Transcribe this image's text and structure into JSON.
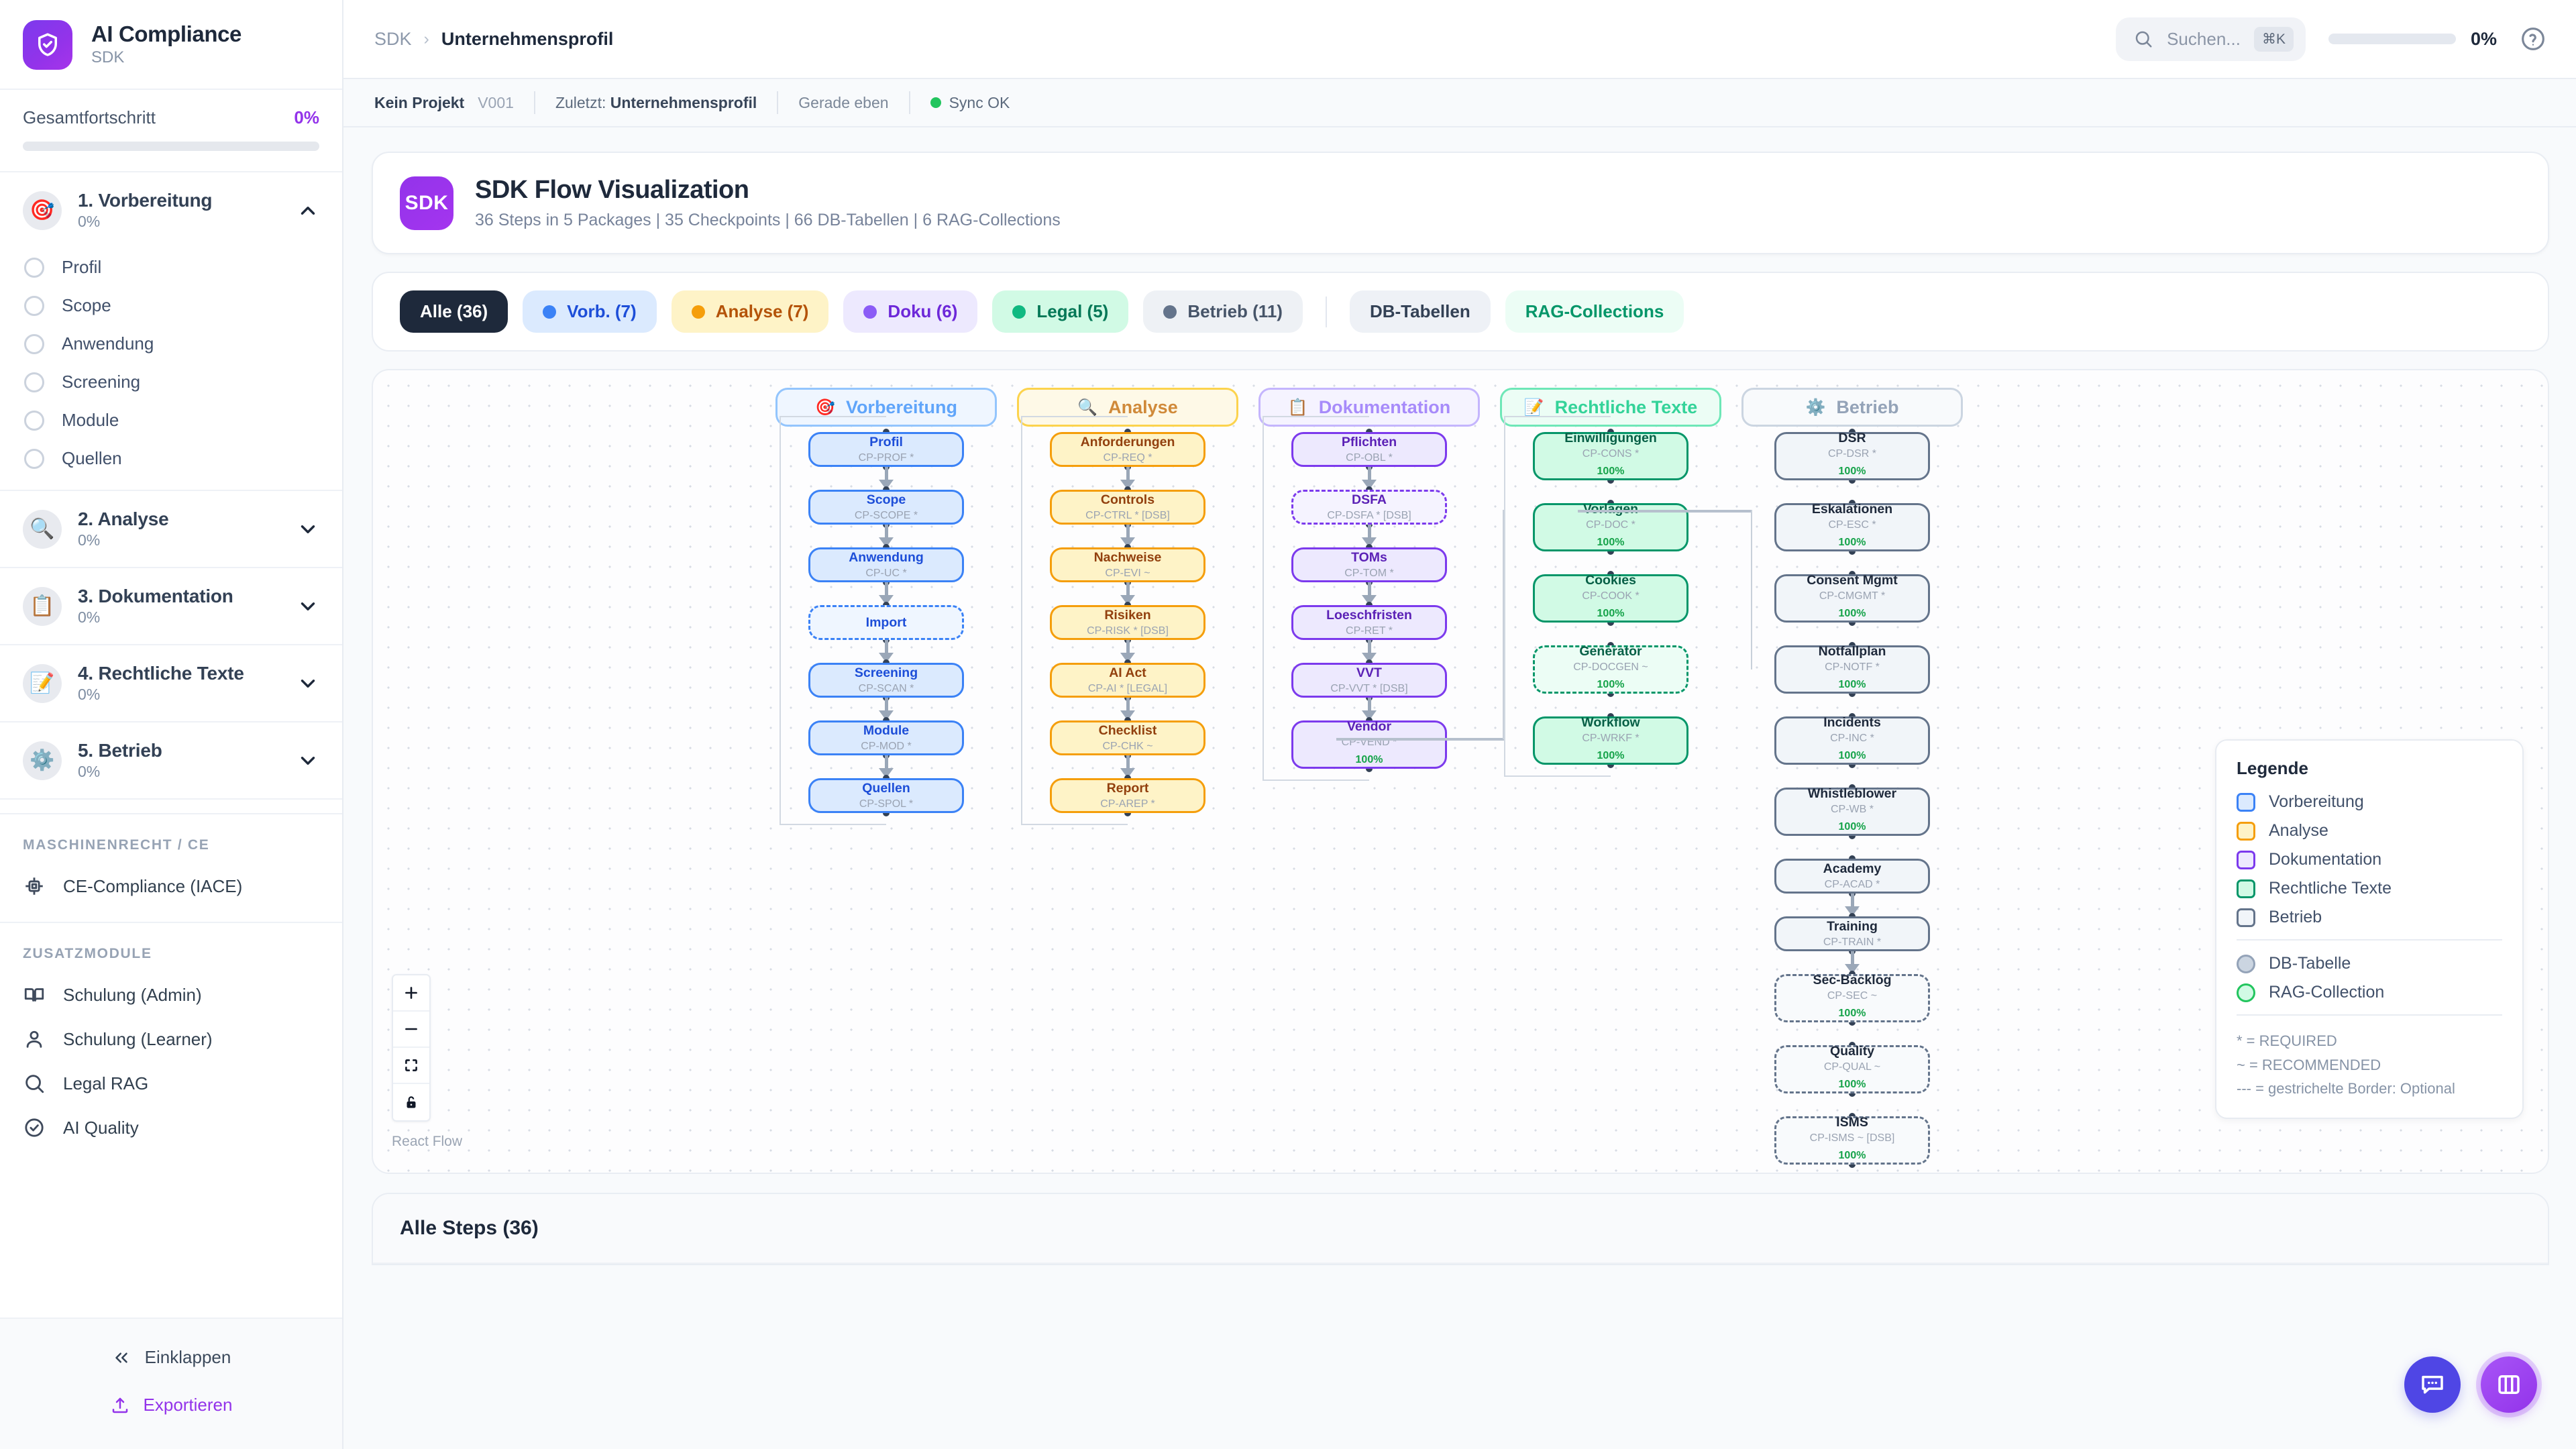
{
  "brand": {
    "title": "AI Compliance",
    "subtitle": "SDK",
    "logo_icon": "shield-check-icon"
  },
  "sidebar": {
    "progress_label": "Gesamtfortschritt",
    "progress_value": "0%",
    "progress_pct": 0,
    "phases": [
      {
        "emoji": "🎯",
        "name": "1. Vorbereitung",
        "pct": "0%",
        "expanded": true,
        "items": [
          "Profil",
          "Scope",
          "Anwendung",
          "Screening",
          "Module",
          "Quellen"
        ]
      },
      {
        "emoji": "🔍",
        "name": "2. Analyse",
        "pct": "0%",
        "expanded": false,
        "items": []
      },
      {
        "emoji": "📋",
        "name": "3. Dokumentation",
        "pct": "0%",
        "expanded": false,
        "items": []
      },
      {
        "emoji": "📝",
        "name": "4. Rechtliche Texte",
        "pct": "0%",
        "expanded": false,
        "items": []
      },
      {
        "emoji": "⚙️",
        "name": "5. Betrieb",
        "pct": "0%",
        "expanded": false,
        "items": []
      }
    ],
    "section_machine": "MASCHINENRECHT / CE",
    "machine_links": [
      {
        "icon": "chip-icon",
        "label": "CE-Compliance (IACE)"
      }
    ],
    "section_extra": "ZUSATZMODULE",
    "extra_links": [
      {
        "icon": "book-icon",
        "label": "Schulung (Admin)"
      },
      {
        "icon": "user-icon",
        "label": "Schulung (Learner)"
      },
      {
        "icon": "search-icon",
        "label": "Legal RAG"
      },
      {
        "icon": "check-circle-icon",
        "label": "AI Quality"
      }
    ],
    "collapse_label": "Einklappen",
    "export_label": "Exportieren"
  },
  "topbar": {
    "breadcrumb_root": "SDK",
    "breadcrumb_sep": "›",
    "breadcrumb_current": "Unternehmensprofil",
    "search_placeholder": "Suchen...",
    "search_kbd": "⌘K",
    "progress_value": "0%",
    "progress_pct": 0,
    "help_icon": "help-circle-icon"
  },
  "metabar": {
    "project": "Kein Projekt",
    "version": "V001",
    "last_prefix": "Zuletzt:",
    "last_value": "Unternehmensprofil",
    "time": "Gerade eben",
    "sync_label": "Sync OK",
    "sync_color": "#22c55e"
  },
  "flow_card": {
    "badge": "SDK",
    "title": "SDK Flow Visualization",
    "subtitle": "36 Steps in 5 Packages | 35 Checkpoints | 66 DB-Tabellen | 6 RAG-Collections"
  },
  "filters": [
    {
      "label": "Alle (36)",
      "active": true,
      "dot": null,
      "bg": "#1e293b",
      "fg": "#ffffff"
    },
    {
      "label": "Vorb. (7)",
      "active": false,
      "dot": "#3b82f6",
      "bg": "#dbeafe",
      "fg": "#1d4ed8"
    },
    {
      "label": "Analyse (7)",
      "active": false,
      "dot": "#f59e0b",
      "bg": "#fef3c7",
      "fg": "#b45309"
    },
    {
      "label": "Doku (6)",
      "active": false,
      "dot": "#8b5cf6",
      "bg": "#ede9fe",
      "fg": "#6d28d9"
    },
    {
      "label": "Legal (5)",
      "active": false,
      "dot": "#10b981",
      "bg": "#d1fae5",
      "fg": "#047857"
    },
    {
      "label": "Betrieb (11)",
      "active": false,
      "dot": "#64748b",
      "bg": "#eef1f5",
      "fg": "#475569"
    }
  ],
  "filters_extra": [
    {
      "label": "DB-Tabellen",
      "bg": "#eef1f6",
      "fg": "#334155"
    },
    {
      "label": "RAG-Collections",
      "bg": "#ecfdf5",
      "fg": "#059669"
    }
  ],
  "chart_data": {
    "type": "diagram-flow",
    "title": "SDK Flow Visualization",
    "lanes": [
      {
        "id": "vorbereitung",
        "label": "Vorbereitung",
        "icon": "🎯",
        "border": "#93c5fd",
        "bg": "#eff6ff",
        "fg": "#60a5fa",
        "node_border": "#3b82f6",
        "node_bg": "#dbeafe",
        "node_fg": "#1d4ed8",
        "nodes": [
          {
            "name": "Profil",
            "code": "CP-PROF *",
            "dashed": false,
            "pct": null
          },
          {
            "name": "Scope",
            "code": "CP-SCOPE *",
            "dashed": false,
            "pct": null
          },
          {
            "name": "Anwendung",
            "code": "CP-UC *",
            "dashed": false,
            "pct": null
          },
          {
            "name": "Import",
            "code": "",
            "dashed": true,
            "pct": null
          },
          {
            "name": "Screening",
            "code": "CP-SCAN *",
            "dashed": false,
            "pct": null
          },
          {
            "name": "Module",
            "code": "CP-MOD *",
            "dashed": false,
            "pct": null
          },
          {
            "name": "Quellen",
            "code": "CP-SPOL *",
            "dashed": false,
            "pct": null
          }
        ]
      },
      {
        "id": "analyse",
        "label": "Analyse",
        "icon": "🔍",
        "border": "#fcd34d",
        "bg": "#fef9e7",
        "fg": "#d08a3a",
        "node_border": "#f59e0b",
        "node_bg": "#fef3c7",
        "node_fg": "#92400e",
        "nodes": [
          {
            "name": "Anforderungen",
            "code": "CP-REQ *",
            "dashed": false,
            "pct": null
          },
          {
            "name": "Controls",
            "code": "CP-CTRL * [DSB]",
            "dashed": false,
            "pct": null
          },
          {
            "name": "Nachweise",
            "code": "CP-EVI ~",
            "dashed": false,
            "pct": null
          },
          {
            "name": "Risiken",
            "code": "CP-RISK * [DSB]",
            "dashed": false,
            "pct": null
          },
          {
            "name": "AI Act",
            "code": "CP-AI * [LEGAL]",
            "dashed": false,
            "pct": null
          },
          {
            "name": "Checklist",
            "code": "CP-CHK ~",
            "dashed": false,
            "pct": null
          },
          {
            "name": "Report",
            "code": "CP-AREP *",
            "dashed": false,
            "pct": null
          }
        ]
      },
      {
        "id": "dokumentation",
        "label": "Dokumentation",
        "icon": "📋",
        "border": "#c4b5fd",
        "bg": "#f5f3ff",
        "fg": "#a78bfa",
        "node_border": "#7c3aed",
        "node_bg": "#ede9fe",
        "node_fg": "#5b21b6",
        "nodes": [
          {
            "name": "Pflichten",
            "code": "CP-OBL *",
            "dashed": false,
            "pct": null
          },
          {
            "name": "DSFA",
            "code": "CP-DSFA * [DSB]",
            "dashed": true,
            "pct": null
          },
          {
            "name": "TOMs",
            "code": "CP-TOM *",
            "dashed": false,
            "pct": null
          },
          {
            "name": "Loeschfristen",
            "code": "CP-RET *",
            "dashed": false,
            "pct": null
          },
          {
            "name": "VVT",
            "code": "CP-VVT * [DSB]",
            "dashed": false,
            "pct": null
          },
          {
            "name": "Vendor",
            "code": "CP-VEND *",
            "dashed": false,
            "pct": "100%"
          }
        ]
      },
      {
        "id": "rechtliche",
        "label": "Rechtliche Texte",
        "icon": "📝",
        "border": "#6ee7b7",
        "bg": "#ecfdf5",
        "fg": "#34d399",
        "node_border": "#059669",
        "node_bg": "#d1fae5",
        "node_fg": "#065f46",
        "nodes": [
          {
            "name": "Einwilligungen",
            "code": "CP-CONS *",
            "dashed": false,
            "pct": "100%"
          },
          {
            "name": "Vorlagen",
            "code": "CP-DOC *",
            "dashed": false,
            "pct": "100%"
          },
          {
            "name": "Cookies",
            "code": "CP-COOK *",
            "dashed": false,
            "pct": "100%"
          },
          {
            "name": "Generator",
            "code": "CP-DOCGEN ~",
            "dashed": true,
            "pct": "100%"
          },
          {
            "name": "Workflow",
            "code": "CP-WRKF *",
            "dashed": false,
            "pct": "100%"
          }
        ]
      },
      {
        "id": "betrieb",
        "label": "Betrieb",
        "icon": "⚙️",
        "border": "#cbd5e1",
        "bg": "#f8fafc",
        "fg": "#94a3b8",
        "node_border": "#64748b",
        "node_bg": "#f1f5f9",
        "node_fg": "#1e293b",
        "nodes": [
          {
            "name": "DSR",
            "code": "CP-DSR *",
            "dashed": false,
            "pct": "100%"
          },
          {
            "name": "Eskalationen",
            "code": "CP-ESC *",
            "dashed": false,
            "pct": "100%"
          },
          {
            "name": "Consent Mgmt",
            "code": "CP-CMGMT *",
            "dashed": false,
            "pct": "100%"
          },
          {
            "name": "Notfallplan",
            "code": "CP-NOTF *",
            "dashed": false,
            "pct": "100%"
          },
          {
            "name": "Incidents",
            "code": "CP-INC *",
            "dashed": false,
            "pct": "100%"
          },
          {
            "name": "Whistleblower",
            "code": "CP-WB *",
            "dashed": false,
            "pct": "100%"
          },
          {
            "name": "Academy",
            "code": "CP-ACAD *",
            "dashed": false,
            "pct": null
          },
          {
            "name": "Training",
            "code": "CP-TRAIN *",
            "dashed": false,
            "pct": null
          },
          {
            "name": "Sec-Backlog",
            "code": "CP-SEC ~",
            "dashed": true,
            "pct": "100%"
          },
          {
            "name": "Quality",
            "code": "CP-QUAL ~",
            "dashed": true,
            "pct": "100%"
          },
          {
            "name": "ISMS",
            "code": "CP-ISMS ~ [DSB]",
            "dashed": true,
            "pct": "100%"
          }
        ]
      }
    ]
  },
  "legend": {
    "title": "Legende",
    "categories": [
      {
        "label": "Vorbereitung",
        "border": "#3b82f6",
        "bg": "#dbeafe",
        "shape": "square"
      },
      {
        "label": "Analyse",
        "border": "#f59e0b",
        "bg": "#fef3c7",
        "shape": "square"
      },
      {
        "label": "Dokumentation",
        "border": "#7c3aed",
        "bg": "#ede9fe",
        "shape": "square"
      },
      {
        "label": "Rechtliche Texte",
        "border": "#059669",
        "bg": "#d1fae5",
        "shape": "square"
      },
      {
        "label": "Betrieb",
        "border": "#64748b",
        "bg": "#f1f5f9",
        "shape": "square"
      }
    ],
    "sources": [
      {
        "label": "DB-Tabelle",
        "border": "#94a3b8",
        "bg": "#cbd5e1",
        "shape": "circle"
      },
      {
        "label": "RAG-Collection",
        "border": "#22c55e",
        "bg": "#d1fae5",
        "shape": "circle"
      }
    ],
    "notes": [
      "* = REQUIRED",
      "~ = RECOMMENDED",
      "--- = gestrichelte Border: Optional"
    ]
  },
  "flow_controls": {
    "zoom_in": "plus-icon",
    "zoom_out": "minus-icon",
    "fit_view": "fit-view-icon",
    "lock": "lock-open-icon",
    "attribution": "React Flow"
  },
  "bottom": {
    "title": "Alle Steps (36)"
  },
  "fabs": [
    {
      "name": "chat-fab",
      "icon": "chat-bubble-icon"
    },
    {
      "name": "panel-fab",
      "icon": "columns-icon"
    }
  ],
  "colors": {
    "accent": "#9333ea",
    "indigo": "#4f46e5",
    "success": "#22c55e"
  }
}
